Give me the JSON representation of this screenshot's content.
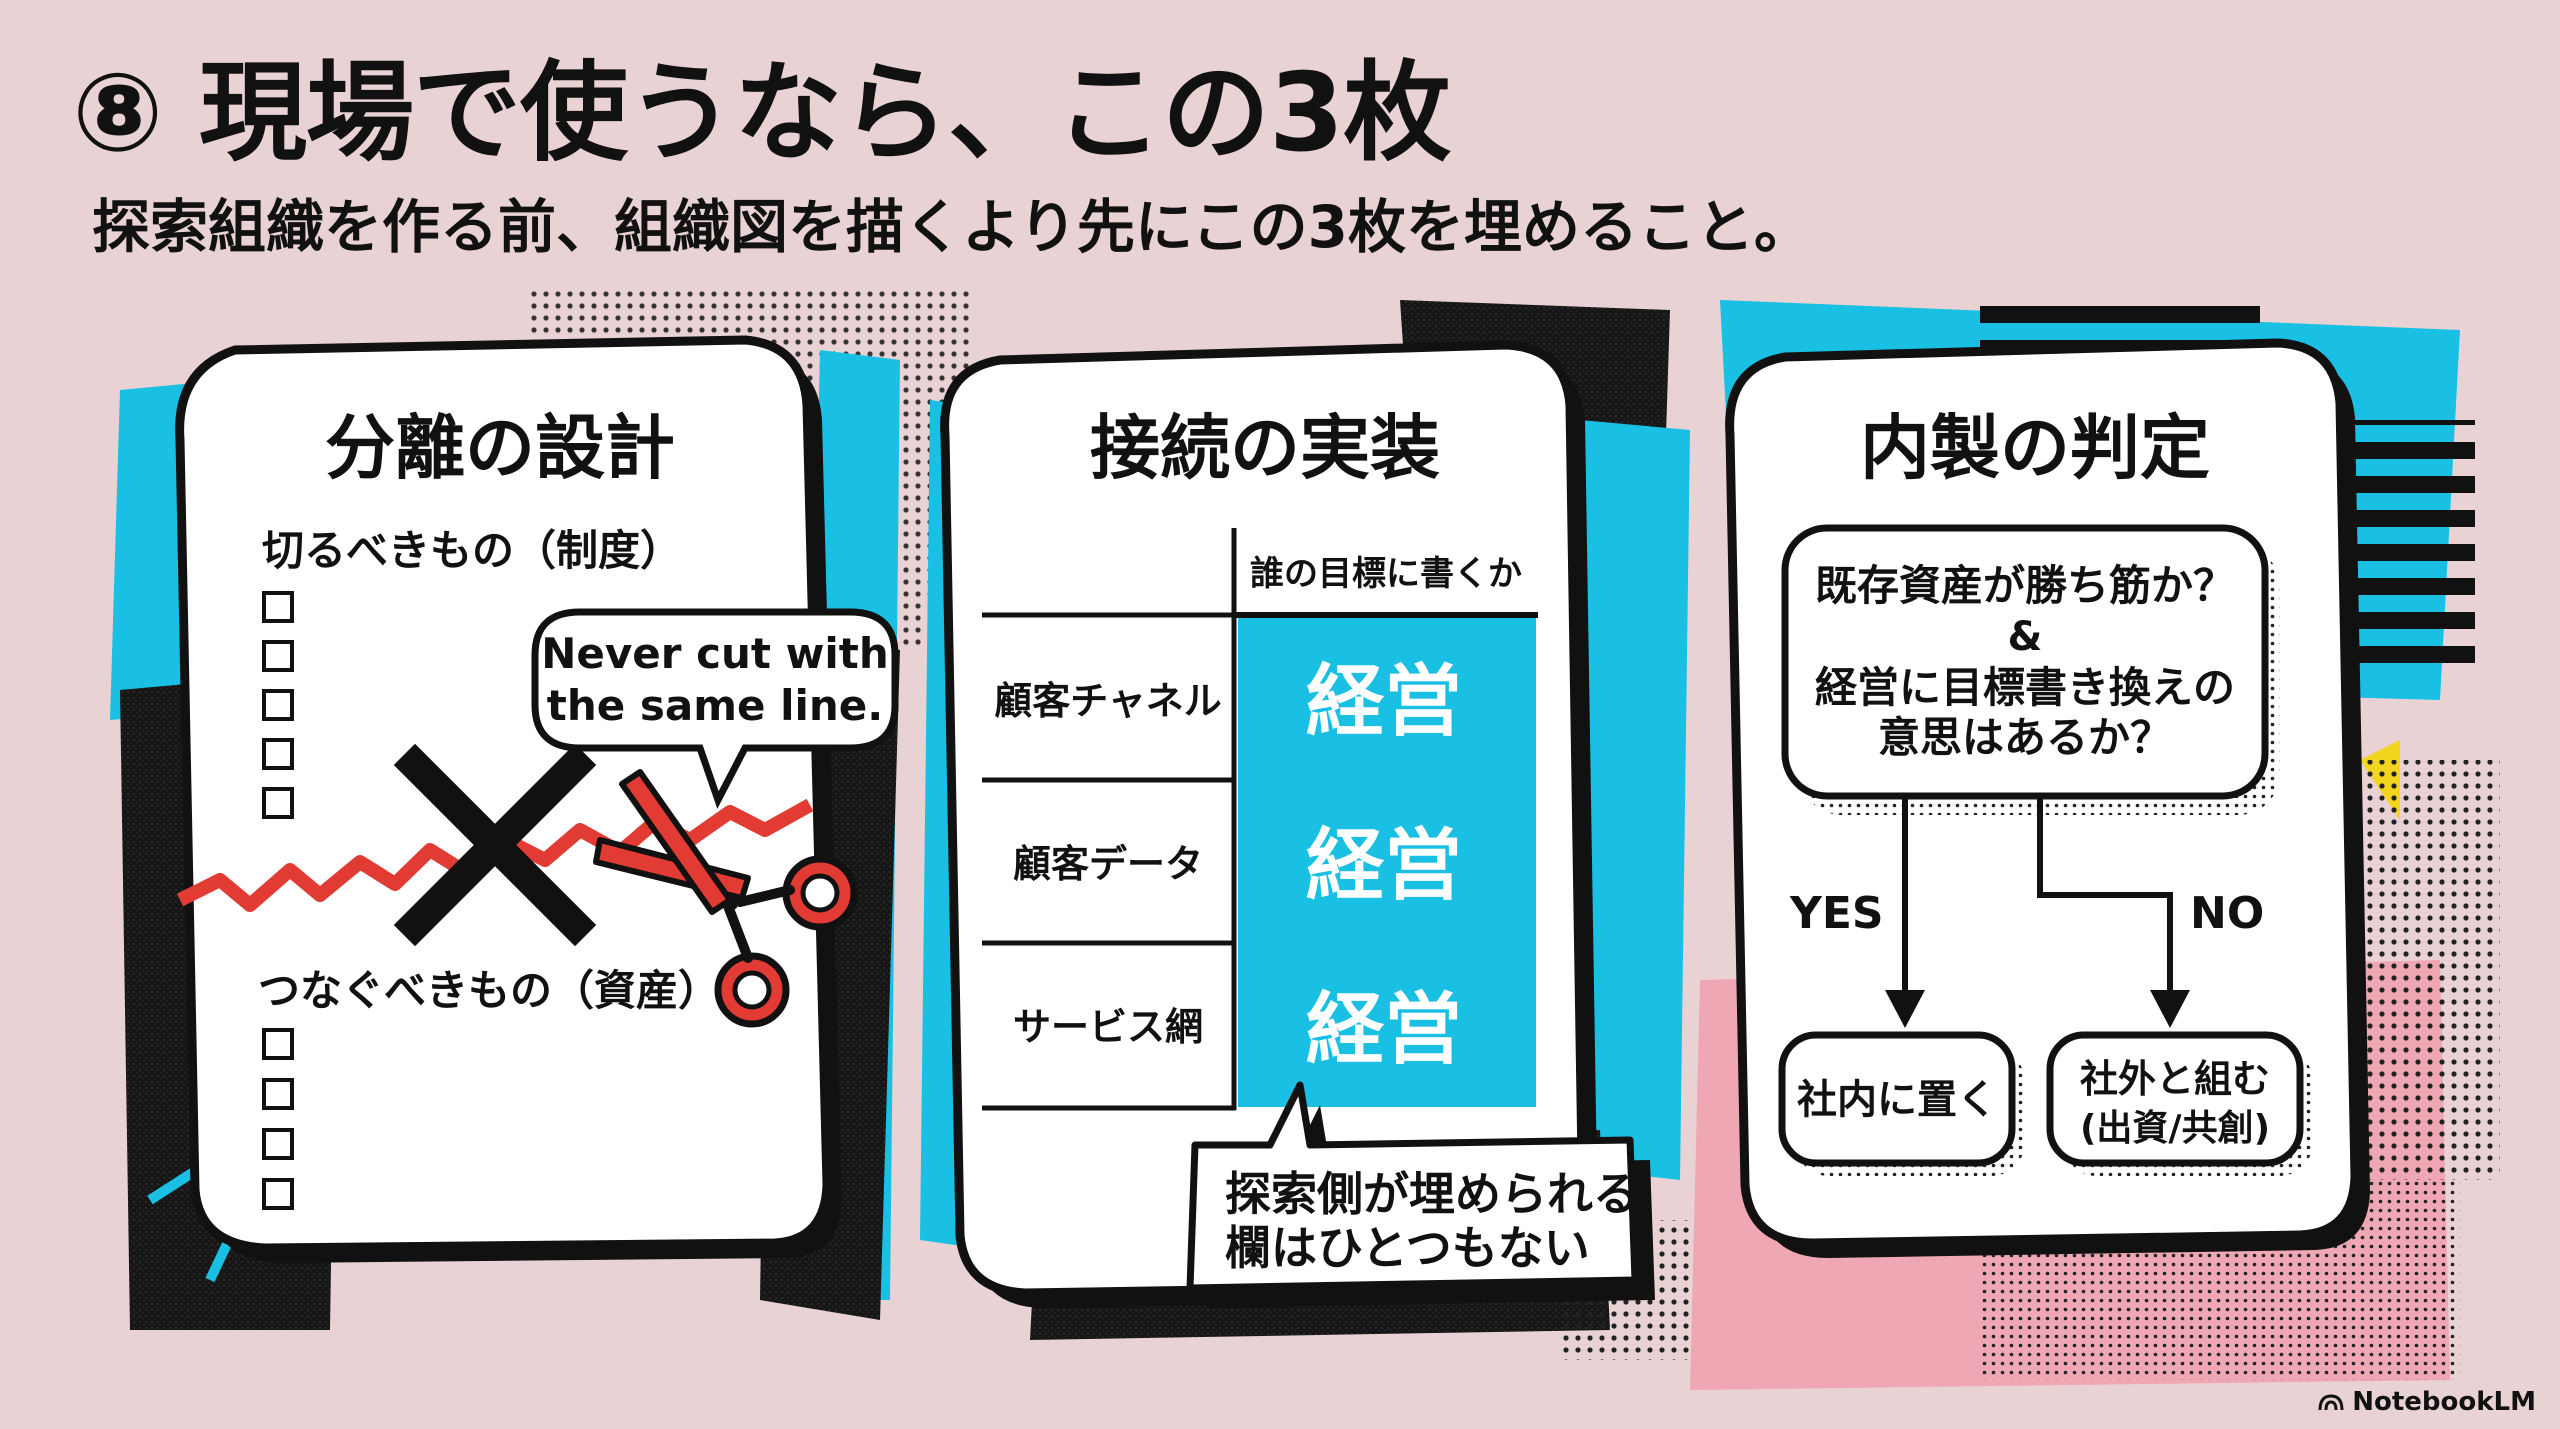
{
  "slide": {
    "title": "⑧ 現場で使うなら、この3枚",
    "subtitle": "探索組織を作る前、組織図を描くより先にこの3枚を埋めること。"
  },
  "card1": {
    "title": "分離の設計",
    "cut_heading": "切るべきもの（制度）",
    "connect_heading": "つなぐべきもの（資産）",
    "checkbox": "☐",
    "bubble_line1": "Never cut with",
    "bubble_line2": "the same line."
  },
  "card2": {
    "title": "接続の実装",
    "column_header": "誰の目標に書くか",
    "rows": [
      {
        "label": "顧客チャネル",
        "value": "経営"
      },
      {
        "label": "顧客データ",
        "value": "経営"
      },
      {
        "label": "サービス網",
        "value": "経営"
      }
    ],
    "callout_line1": "探索側が埋められる",
    "callout_line2": "欄はひとつもない"
  },
  "card3": {
    "title": "内製の判定",
    "question_line1": "既存資産が勝ち筋か？",
    "question_line2": "&",
    "question_line3": "経営に目標書き換えの",
    "question_line4": "意思はあるか？",
    "yes_label": "YES",
    "no_label": "NO",
    "yes_result": "社内に置く",
    "no_result_line1": "社外と組む",
    "no_result_line2": "(出資/共創)"
  },
  "brand": "NotebookLM",
  "colors": {
    "background": "#e8d2d3",
    "cyan": "#19c0e4",
    "red": "#e23b34",
    "ink": "#111111",
    "yellow": "#f2d51e",
    "pink": "#f0a7b4"
  }
}
